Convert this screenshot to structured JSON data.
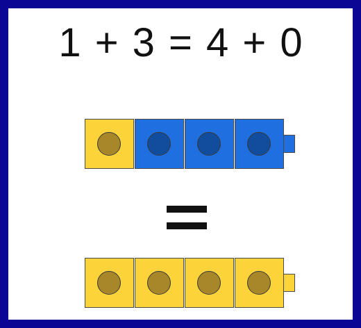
{
  "equation": {
    "text": "1 + 3 = 4 + 0"
  },
  "colors": {
    "background_frame": "#0c0694",
    "panel": "#ffffff",
    "yellow_cube": "#fcd43a",
    "blue_cube": "#1f6fe0"
  },
  "top_train": {
    "cubes": [
      "yellow",
      "blue",
      "blue",
      "blue"
    ]
  },
  "bottom_train": {
    "cubes": [
      "yellow",
      "yellow",
      "yellow",
      "yellow"
    ]
  }
}
